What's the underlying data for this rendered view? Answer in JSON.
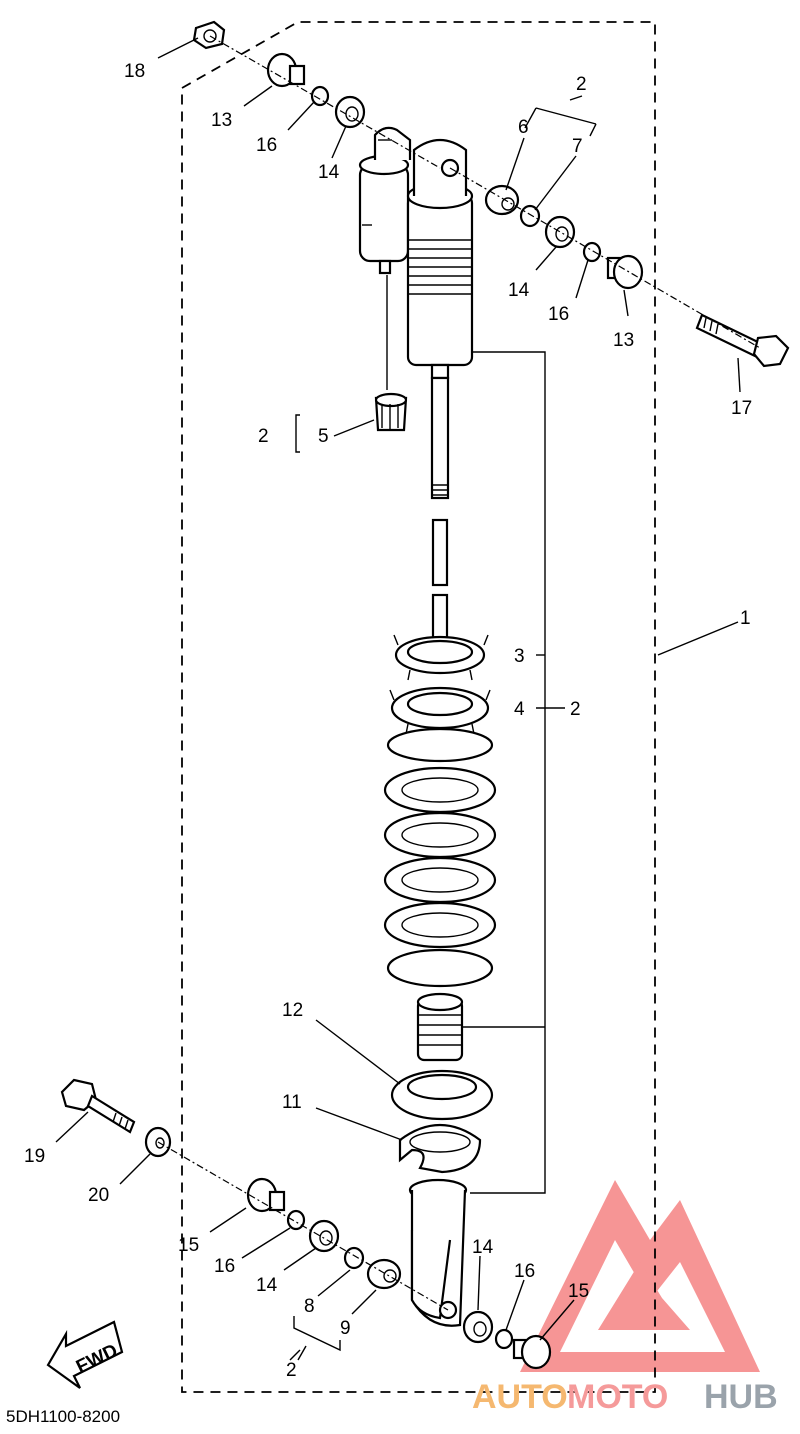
{
  "diagram": {
    "code": "5DH1100-8200",
    "fwd_label": "FWD",
    "watermark": {
      "word_auto": "AUTO",
      "word_moto": "MOTO",
      "word_hub": "HUB",
      "colors": {
        "auto": "#f5b870",
        "moto": "#f59a9a",
        "hub": "#9aa3ab",
        "logo": "#f47b7b"
      }
    },
    "callouts": [
      {
        "id": "c18",
        "text": "18"
      },
      {
        "id": "c13a",
        "text": "13"
      },
      {
        "id": "c16a",
        "text": "16"
      },
      {
        "id": "c14a",
        "text": "14"
      },
      {
        "id": "c2a",
        "text": "2"
      },
      {
        "id": "c6",
        "text": "6"
      },
      {
        "id": "c7",
        "text": "7"
      },
      {
        "id": "c14b",
        "text": "14"
      },
      {
        "id": "c16b",
        "text": "16"
      },
      {
        "id": "c13b",
        "text": "13"
      },
      {
        "id": "c17",
        "text": "17"
      },
      {
        "id": "c2b",
        "text": "2"
      },
      {
        "id": "c5",
        "text": "5"
      },
      {
        "id": "c1",
        "text": "1"
      },
      {
        "id": "c3",
        "text": "3"
      },
      {
        "id": "c4",
        "text": "4"
      },
      {
        "id": "c2c",
        "text": "2"
      },
      {
        "id": "c12",
        "text": "12"
      },
      {
        "id": "c11",
        "text": "11"
      },
      {
        "id": "c19",
        "text": "19"
      },
      {
        "id": "c20",
        "text": "20"
      },
      {
        "id": "c15a",
        "text": "15"
      },
      {
        "id": "c16c",
        "text": "16"
      },
      {
        "id": "c14c",
        "text": "14"
      },
      {
        "id": "c8",
        "text": "8"
      },
      {
        "id": "c9",
        "text": "9"
      },
      {
        "id": "c2d",
        "text": "2"
      },
      {
        "id": "c14d",
        "text": "14"
      },
      {
        "id": "c16d",
        "text": "16"
      },
      {
        "id": "c15b",
        "text": "15"
      }
    ]
  }
}
